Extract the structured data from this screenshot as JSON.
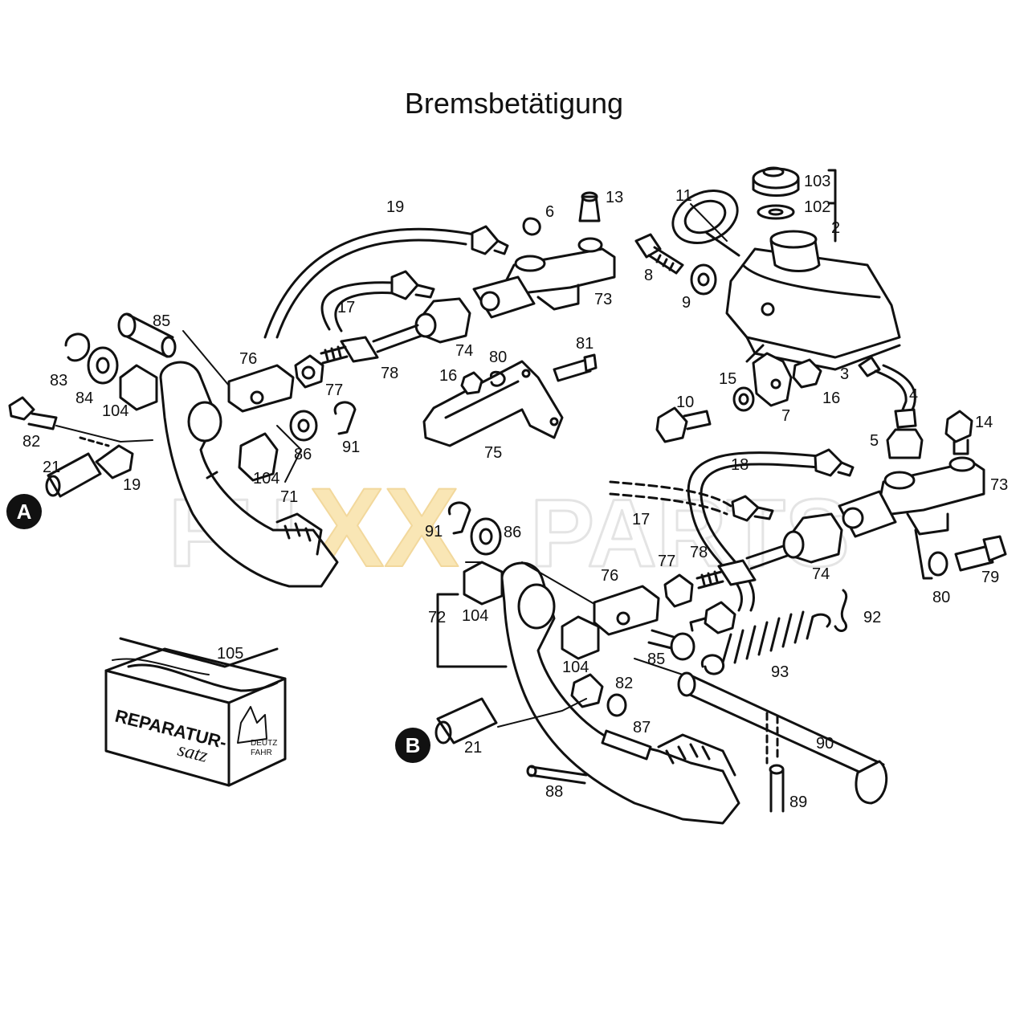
{
  "title": "Bremsbetätigung",
  "watermark": {
    "part1": "FU",
    "part2": "XX",
    "part3": "PARTS",
    "color_main": "#d9d9d9",
    "color_accent": "#f5d27a"
  },
  "markers": {
    "a": "A",
    "b": "B"
  },
  "kit_box": {
    "line1": "REPARATUR-",
    "line2": "satz",
    "logo_top": "DEUTZ",
    "logo_bottom": "FAHR",
    "part_number": "105"
  },
  "labels": {
    "l103": "103",
    "l102": "102",
    "l2": "2",
    "l11": "11",
    "l13": "13",
    "l6": "6",
    "l19a": "19",
    "l8": "8",
    "l9": "9",
    "l73a": "73",
    "l85a": "85",
    "l17a": "17",
    "l83": "83",
    "l84": "84",
    "l104a": "104",
    "l76a": "76",
    "l77a": "77",
    "l78a": "78",
    "l74a": "74",
    "l81": "81",
    "l80a": "80",
    "l16a": "16",
    "l16b": "16",
    "l15": "15",
    "l3": "3",
    "l4": "4",
    "l7": "7",
    "l10": "10",
    "l82a": "82",
    "l86a": "86",
    "l91a": "91",
    "l75": "75",
    "l21a": "21",
    "l19b": "19",
    "l104b": "104",
    "l71": "71",
    "l14": "14",
    "l5": "5",
    "l18": "18",
    "l73b": "73",
    "l17b": "17",
    "l91b": "91",
    "l86b": "86",
    "l78b": "78",
    "l77b": "77",
    "l76b": "76",
    "l74b": "74",
    "l79": "79",
    "l80b": "80",
    "l104c": "104",
    "l72": "72",
    "l92": "92",
    "l85b": "85",
    "l93": "93",
    "l104d": "104",
    "l82b": "82",
    "l87": "87",
    "l90": "90",
    "l21b": "21",
    "l88": "88",
    "l89": "89"
  }
}
